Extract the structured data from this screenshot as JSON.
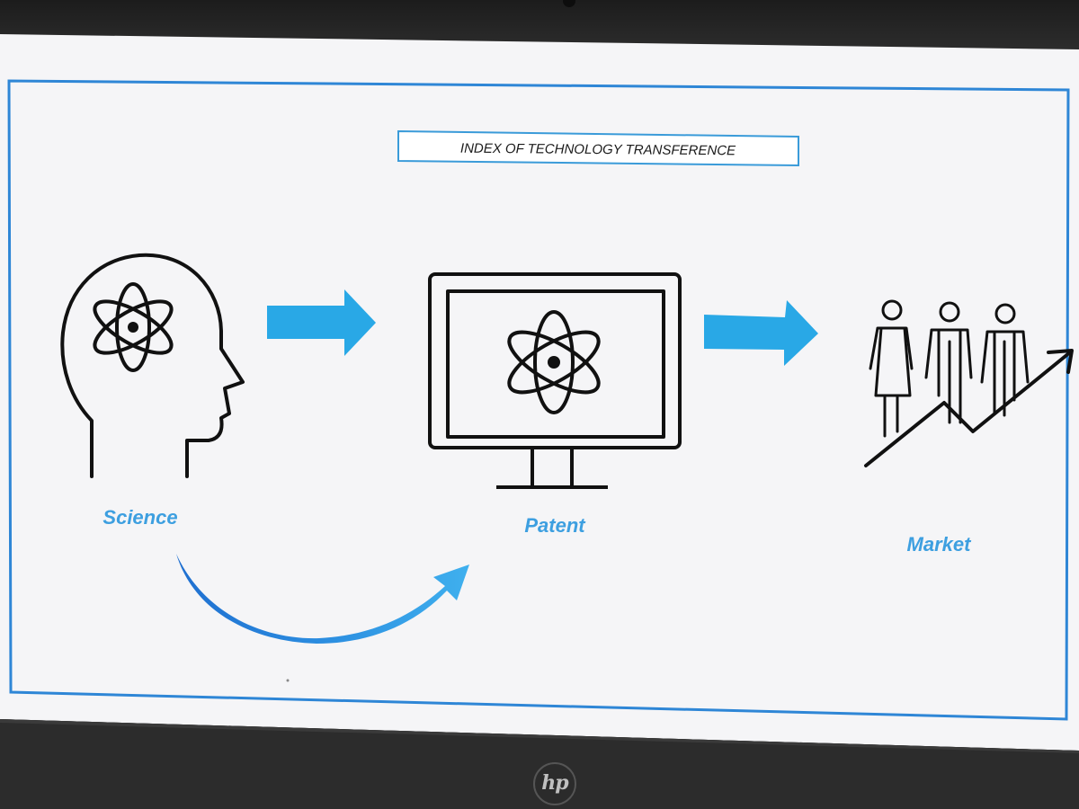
{
  "diagram": {
    "title": "INDEX OF TECHNOLOGY TRANSFERENCE",
    "nodes": [
      {
        "id": "science",
        "label": "Science",
        "icon": "head-atom-icon"
      },
      {
        "id": "patent",
        "label": "Patent",
        "icon": "monitor-atom-icon"
      },
      {
        "id": "market",
        "label": "Market",
        "icon": "people-growth-icon"
      }
    ],
    "edges": [
      {
        "from": "science",
        "to": "patent",
        "style": "straight-arrow"
      },
      {
        "from": "patent",
        "to": "market",
        "style": "straight-arrow"
      },
      {
        "from": "science",
        "to": "patent",
        "style": "curved-arrow"
      }
    ]
  },
  "device": {
    "brand_logo": "hp"
  },
  "colors": {
    "accent": "#29a8e6",
    "label": "#3d9fe0",
    "frame": "#2e86d6",
    "icon_stroke": "#111111",
    "screen_bg": "#f5f5f7"
  }
}
